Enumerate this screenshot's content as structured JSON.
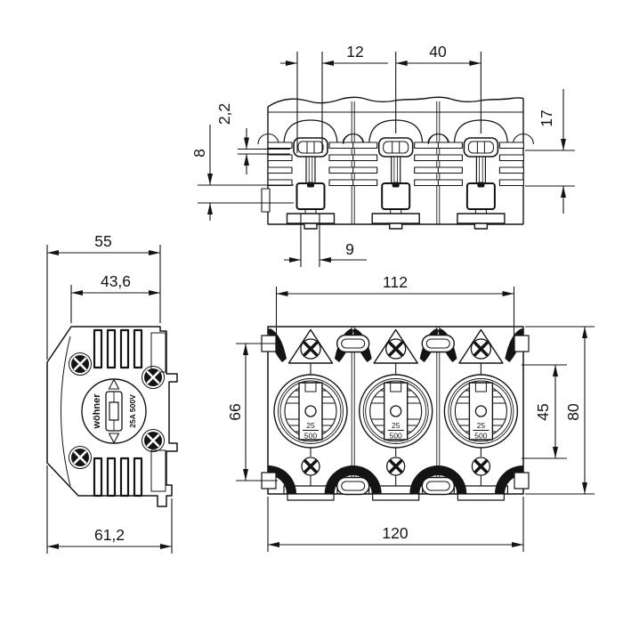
{
  "title": "3-pole fuse holder dimensional drawing",
  "colors": {
    "ink": "#141414",
    "paper": "#ffffff"
  },
  "views": {
    "top": {
      "dims": {
        "d12": "12",
        "d40": "40",
        "d2_2": "2,2",
        "d8": "8",
        "d17": "17",
        "d9": "9"
      }
    },
    "side": {
      "dims": {
        "d55": "55",
        "d43_6": "43,6",
        "d61_2": "61,2"
      },
      "labels": {
        "brand": "wöhner",
        "rating": "25A 500V"
      }
    },
    "front": {
      "dims": {
        "d112": "112",
        "d66": "66",
        "d45": "45",
        "d80": "80",
        "d120": "120"
      },
      "cap": {
        "amp": "25",
        "volt": "500"
      }
    }
  }
}
